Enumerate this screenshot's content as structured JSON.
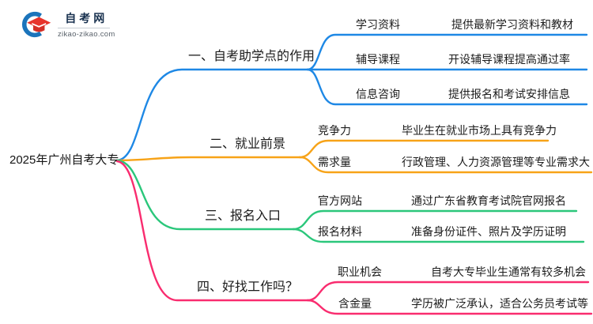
{
  "logo": {
    "icon": "graduation-cap-icon",
    "site_name": "自考网",
    "site_url": "zikao-zikao.com"
  },
  "root": {
    "label": "2025年广州自考大专"
  },
  "branches": [
    {
      "label": "一、自考助学点的作用",
      "color": "#1E88E5",
      "children": [
        {
          "keyword": "学习资料",
          "desc": "提供最新学习资料和教材"
        },
        {
          "keyword": "辅导课程",
          "desc": "开设辅导课程提高通过率"
        },
        {
          "keyword": "信息咨询",
          "desc": "提供报名和考试安排信息"
        }
      ]
    },
    {
      "label": "二、就业前景",
      "color": "#F7A318",
      "children": [
        {
          "keyword": "竞争力",
          "desc": "毕业生在就业市场上具有竞争力"
        },
        {
          "keyword": "需求量",
          "desc": "行政管理、人力资源管理等专业需求大"
        }
      ]
    },
    {
      "label": "三、报名入口",
      "color": "#2BC77B",
      "children": [
        {
          "keyword": "官方网站",
          "desc": "通过广东省教育考试院官网报名"
        },
        {
          "keyword": "报名材料",
          "desc": "准备身份证件、照片及学历证明"
        }
      ]
    },
    {
      "label": "四、好找工作吗？",
      "color": "#F92C6F",
      "children": [
        {
          "keyword": "职业机会",
          "desc": "自考大专毕业生通常有较多机会"
        },
        {
          "keyword": "含金量",
          "desc": "学历被广泛承认，适合公务员考试等"
        }
      ]
    }
  ]
}
